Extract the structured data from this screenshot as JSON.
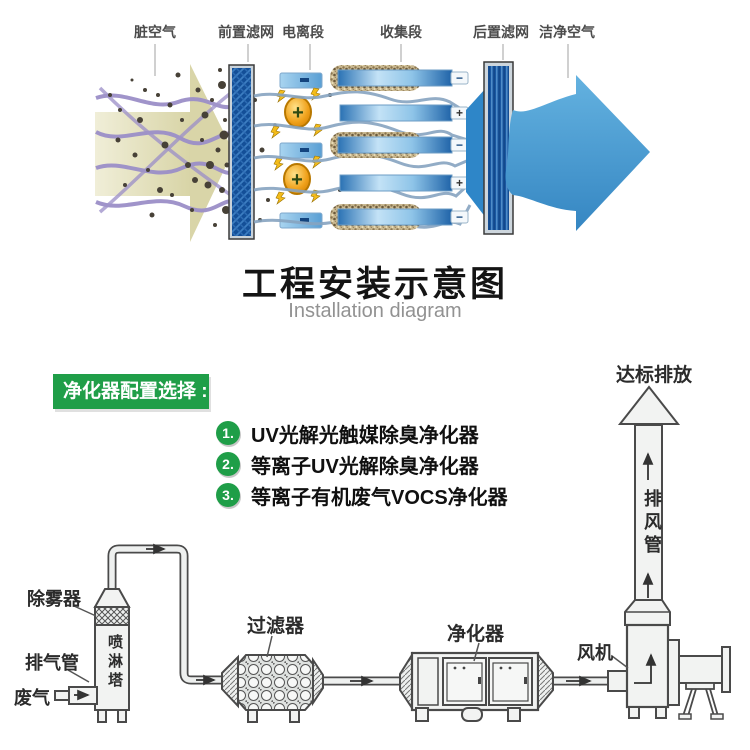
{
  "top": {
    "stage_labels": [
      "脏空气",
      "前置滤网",
      "电离段",
      "收集段",
      "后置滤网",
      "洁净空气"
    ],
    "title": "工程安装示意图",
    "subtitle": "Installation diagram",
    "signs": {
      "plus": "+",
      "minus": "−"
    }
  },
  "bottom": {
    "config_title": "净化器配置选择 :",
    "options": [
      {
        "num": "1.",
        "label": "UV光解光触媒除臭净化器"
      },
      {
        "num": "2.",
        "label": "等离子UV光解除臭净化器"
      },
      {
        "num": "3.",
        "label": "等离子有机废气VOCS净化器"
      }
    ],
    "labels": {
      "demister": "除雾器",
      "exhaust_pipe": "排气管",
      "waste_gas": "废气",
      "spray_tower": "喷淋塔",
      "filter": "过滤器",
      "purifier": "净化器",
      "fan": "风机",
      "exhaust_duct": "排风管",
      "emission": "达标排放"
    },
    "colors": {
      "accent_green": "#1f9e48",
      "dark_line": "#4a4a4a"
    }
  },
  "palette": {
    "filter_mesh_blue": "#134f98",
    "clean_air_blue": "#4aa0d8",
    "dirty_air_beige": "#ddd9ad",
    "dirty_streak_purple": "#9b8fc8",
    "dust_tan": "#c9b890",
    "ion_orange": "#f0a21c"
  }
}
